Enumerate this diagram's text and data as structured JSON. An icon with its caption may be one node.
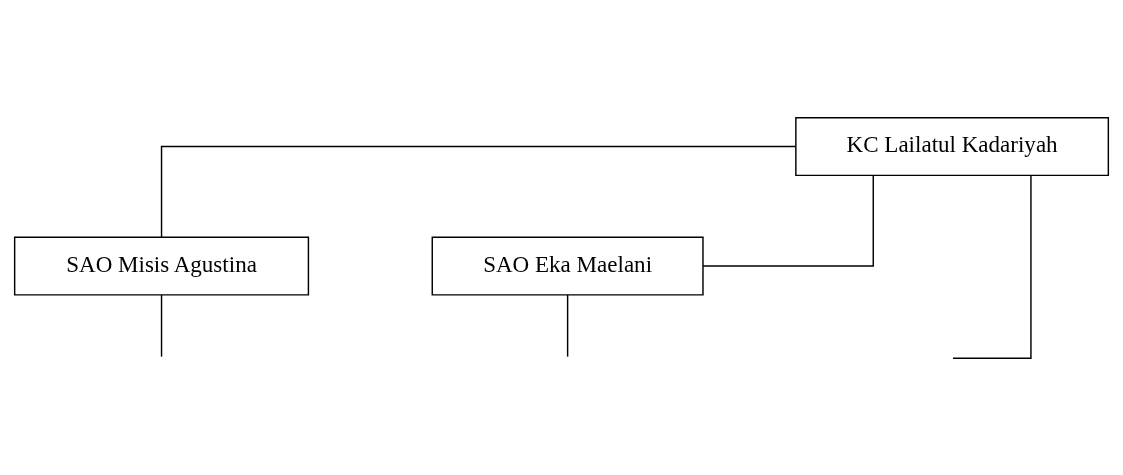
{
  "diagram": {
    "nodes": [
      {
        "text": [
          "KC Lailatul Kadariyah"
        ]
      },
      {
        "text": [
          "SAO Misis Agustina"
        ]
      },
      {
        "text": [
          "SAO Eka Maelani"
        ]
      }
    ],
    "edges": [
      {
        "from": 0,
        "to": 1,
        "arrow": "none"
      },
      {
        "from": 0,
        "to": 2,
        "arrow": "none"
      },
      {
        "from": 0,
        "to": null,
        "arrow": "none"
      },
      {
        "from": 1,
        "to": null,
        "arrow": "none"
      },
      {
        "from": 2,
        "to": null,
        "arrow": "none"
      }
    ]
  }
}
